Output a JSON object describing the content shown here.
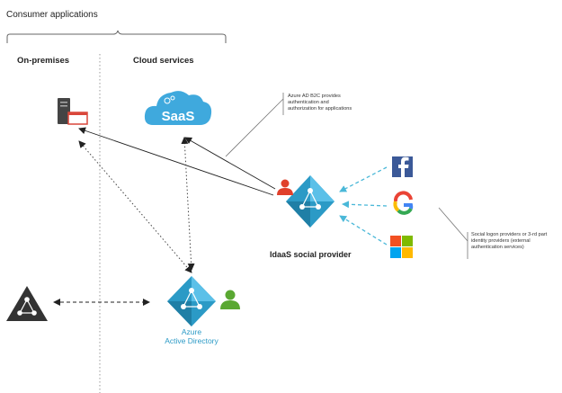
{
  "diagram": {
    "title": "Consumer applications",
    "sections": {
      "on_premises": "On-premises",
      "cloud_services": "Cloud services"
    },
    "saas_label": "SaaS",
    "azure_b2c_note": "Azure AD B2C provides\nauthentication and\nauthorization for applications",
    "idaas_label": "IdaaS social provider",
    "social_note": "Social logon  providers or 3-rd part\nidentity providers (external\nauthentication services)",
    "azure_ad_label": "Azure\nActive Directory",
    "colors": {
      "azure_blue": "#2b9ac6",
      "azure_light": "#5bc0e8",
      "dark_icon": "#333333",
      "user_red": "#e0402b",
      "user_green": "#5aa832",
      "facebook": "#3b5998",
      "arrow_dashed": "#4ab8d8"
    },
    "icons": [
      "server-icon",
      "saas-cloud-icon",
      "azure-b2c-icon",
      "user-red-icon",
      "facebook-icon",
      "google-icon",
      "microsoft-icon",
      "on-prem-ad-icon",
      "azure-ad-icon",
      "user-green-icon"
    ]
  }
}
